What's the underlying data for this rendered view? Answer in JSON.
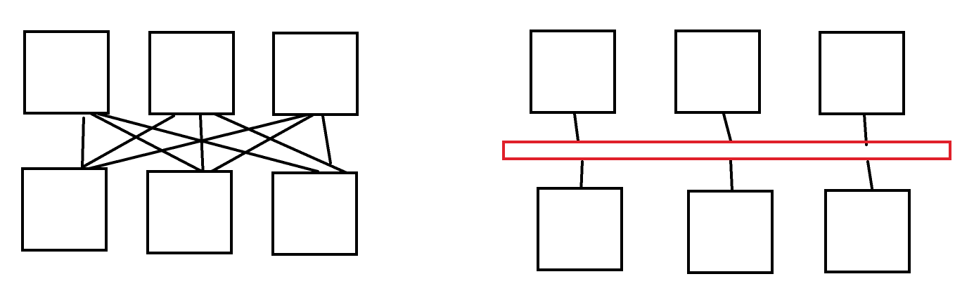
{
  "colors": {
    "stroke": "#000000",
    "bus": "#e0202a",
    "background": "#ffffff"
  },
  "panels": [
    {
      "id": "left",
      "kind": "point-to-point",
      "top_nodes": 3,
      "bottom_nodes": 3
    },
    {
      "id": "right",
      "kind": "shared-bus",
      "top_nodes": 3,
      "bottom_nodes": 3
    }
  ]
}
